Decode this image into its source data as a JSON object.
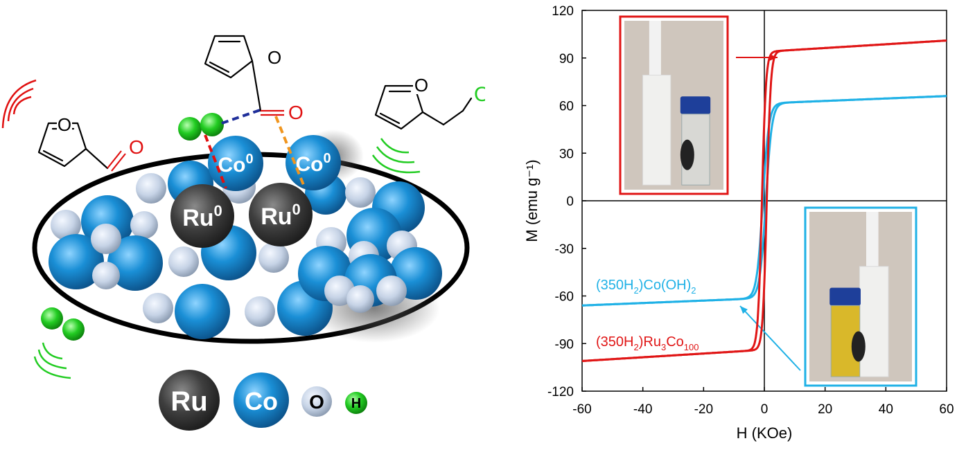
{
  "scheme": {
    "particle_labels": {
      "ruthenium": "Ru0",
      "cobalt": "Co0"
    },
    "atom_labels": {
      "oxygen": "O",
      "hydrogen": "H"
    },
    "legend": [
      {
        "symbol": "Ru",
        "color": "#3f3f3f"
      },
      {
        "symbol": "Co",
        "color": "#1a8fd6"
      },
      {
        "symbol": "O",
        "color": "#c6d3e6"
      },
      {
        "symbol": "H",
        "color": "#22cc22"
      }
    ],
    "hydroxyl_label": "OH",
    "colors": {
      "ru": "#3f3f3f",
      "co": "#1a8fd6",
      "o_atom": "#c6d3e6",
      "h": "#22cc22",
      "carbonyl": "#e01010",
      "hydroxyl": "#22cc22",
      "bond_h_co": "#1f2f9a",
      "bond_ru": "#e01010",
      "bond_co": "#f0951e"
    }
  },
  "chart_data": {
    "type": "line",
    "xlabel": "H (KOe)",
    "ylabel": "M (emu g⁻¹)",
    "xlim": [
      -60,
      60
    ],
    "ylim": [
      -120,
      120
    ],
    "xticks": [
      -60,
      -40,
      -20,
      0,
      20,
      40,
      60
    ],
    "yticks": [
      -120,
      -90,
      -60,
      -30,
      0,
      30,
      60,
      90,
      120
    ],
    "grid": false,
    "series": [
      {
        "name": "(350H2)Co(OH)2",
        "label_parts": [
          "(350H",
          "2",
          ")Co(OH)",
          "2"
        ],
        "color": "#1fb1e6",
        "Ms": 66,
        "H0": 2.0,
        "x_coercive": 0.5
      },
      {
        "name": "(350H2)Ru3Co100",
        "label_parts": [
          "(350H",
          "2",
          ")Ru",
          "3",
          "Co",
          "100"
        ],
        "color": "#e01515",
        "Ms": 101,
        "H0": 1.3,
        "x_coercive": 0.8
      }
    ],
    "insets": [
      {
        "series": "(350H2)Ru3Co100",
        "border": "#e01515"
      },
      {
        "series": "(350H2)Co(OH)2",
        "border": "#1fb1e6"
      }
    ]
  }
}
